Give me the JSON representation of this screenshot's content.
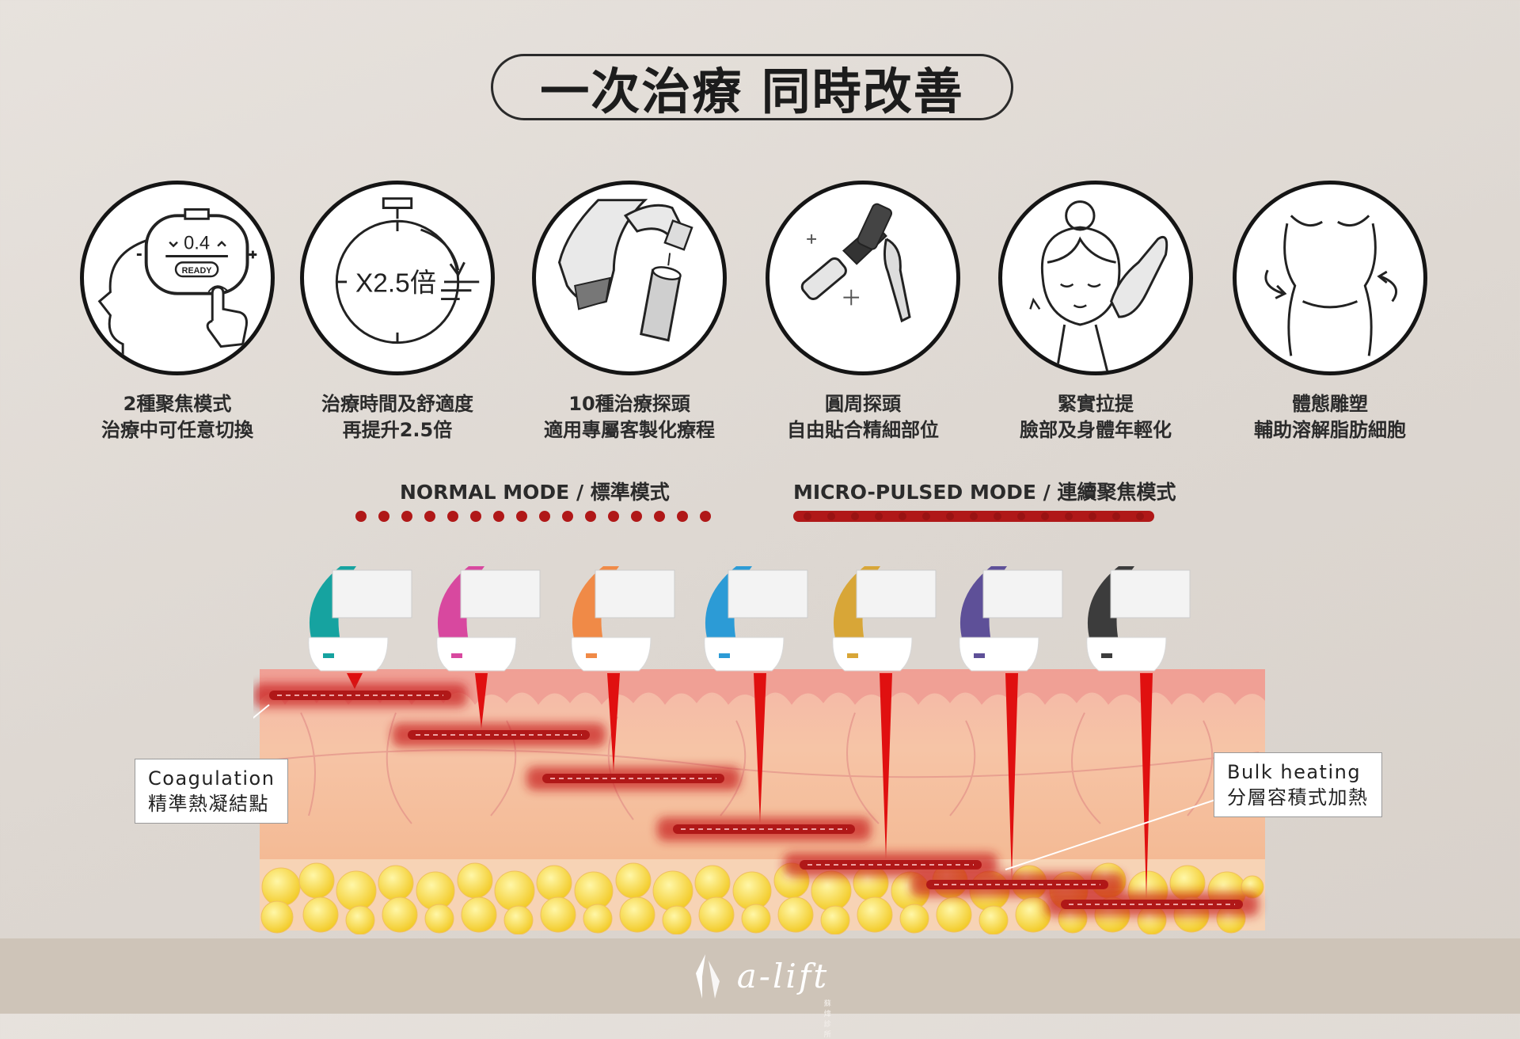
{
  "title": "一次治療 同時改善",
  "features": [
    {
      "line1": "2種聚焦模式",
      "line2": "治療中可任意切換",
      "icon": "focus-mode-device-icon",
      "device_value": "0.4",
      "device_badge": "READY"
    },
    {
      "line1": "治療時間及舒適度",
      "line2": "再提升2.5倍",
      "icon": "stopwatch-icon",
      "timer_text": "X2.5倍"
    },
    {
      "line1": "10種治療探頭",
      "line2": "適用專屬客製化療程",
      "icon": "cartridge-handpiece-icon"
    },
    {
      "line1": "圓周探頭",
      "line2": "自由貼合精細部位",
      "icon": "circular-probe-icon"
    },
    {
      "line1": "緊實拉提",
      "line2": "臉部及身體年輕化",
      "icon": "face-lift-icon"
    },
    {
      "line1": "體態雕塑",
      "line2": "輔助溶解脂肪細胞",
      "icon": "body-contour-icon"
    }
  ],
  "modes": {
    "normal": {
      "label": "NORMAL MODE / 標準模式",
      "style": "dotted"
    },
    "micro": {
      "label": "MICRO-PULSED MODE / 連續聚焦模式",
      "style": "continuous"
    }
  },
  "colors": {
    "accent_red": "#c81e1e",
    "dot_red": "#b01818",
    "probe_colors": [
      "#16a3a0",
      "#d8489f",
      "#f08a47",
      "#2c9bd6",
      "#d8a637",
      "#5e5098",
      "#3c3c3c"
    ]
  },
  "annotations": {
    "coagulation": {
      "line1": "Coagulation",
      "line2": "精準熱凝結點"
    },
    "bulk": {
      "line1": "Bulk heating",
      "line2": "分層容積式加熱"
    }
  },
  "brand": {
    "name": "a-lift",
    "tagline": "蘇 煒 診 所"
  }
}
